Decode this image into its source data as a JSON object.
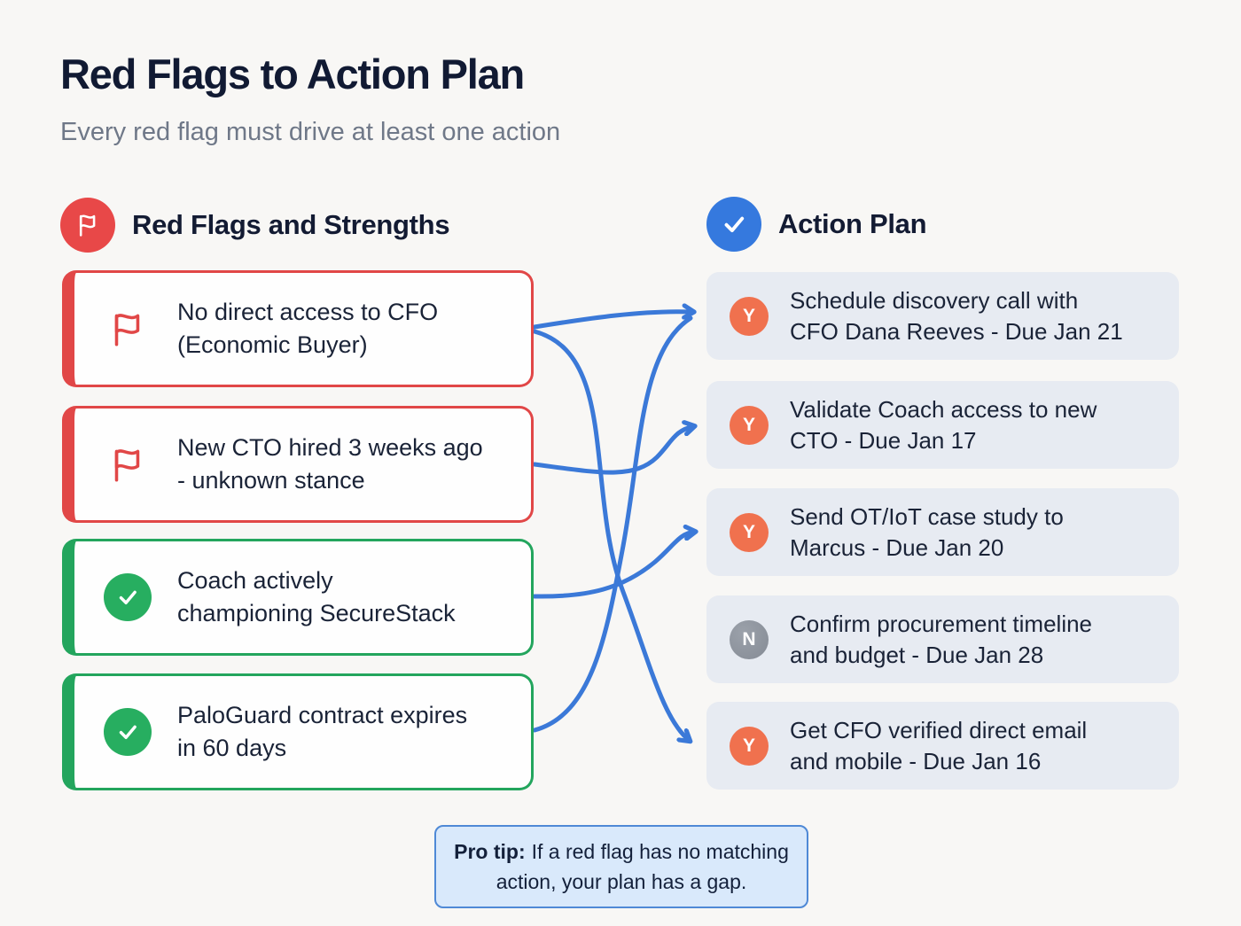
{
  "page": {
    "title": "Red Flags to Action Plan",
    "subtitle": "Every red flag must drive at least one action"
  },
  "left_column": {
    "header": {
      "label": "Red Flags and Strengths",
      "icon": "flag-icon"
    },
    "cards": [
      {
        "type": "red-flag",
        "icon": "flag-icon",
        "text": "No direct access to CFO\n(Economic Buyer)"
      },
      {
        "type": "red-flag",
        "icon": "flag-icon",
        "text": "New CTO hired 3 weeks ago\n- unknown stance"
      },
      {
        "type": "strength",
        "icon": "check-icon",
        "text": "Coach actively\nchampioning SecureStack"
      },
      {
        "type": "strength",
        "icon": "check-icon",
        "text": "PaloGuard contract expires\nin 60 days"
      }
    ]
  },
  "right_column": {
    "header": {
      "label": "Action Plan",
      "icon": "check-icon"
    },
    "cards": [
      {
        "badge": "Y",
        "text": "Schedule discovery call with\nCFO Dana Reeves - Due Jan 21"
      },
      {
        "badge": "Y",
        "text": "Validate Coach access to new\nCTO - Due Jan 17"
      },
      {
        "badge": "Y",
        "text": "Send OT/IoT case study to\nMarcus - Due Jan 20"
      },
      {
        "badge": "N",
        "text": "Confirm procurement timeline\nand budget - Due Jan 28"
      },
      {
        "badge": "Y",
        "text": "Get CFO verified direct email\nand mobile - Due Jan 16"
      }
    ]
  },
  "connections": [
    {
      "from_flag": 0,
      "to_action": 0
    },
    {
      "from_flag": 0,
      "to_action": 4
    },
    {
      "from_flag": 1,
      "to_action": 1
    },
    {
      "from_flag": 2,
      "to_action": 2
    },
    {
      "from_flag": 3,
      "to_action": 0
    }
  ],
  "protip": {
    "label": "Pro tip:",
    "text": "If a red flag has no matching\naction, your plan has a gap."
  },
  "colors": {
    "red": "#e14747",
    "green": "#27ae60",
    "blue_header": "#3579de",
    "connector_blue": "#3b79d8",
    "orange_badge": "#f0714e",
    "gray_badge": "#8b919a",
    "action_card_bg": "#e7ebf2",
    "protip_bg": "#d9e9fb",
    "protip_border": "#4f89d6",
    "text_dark": "#131b33"
  }
}
